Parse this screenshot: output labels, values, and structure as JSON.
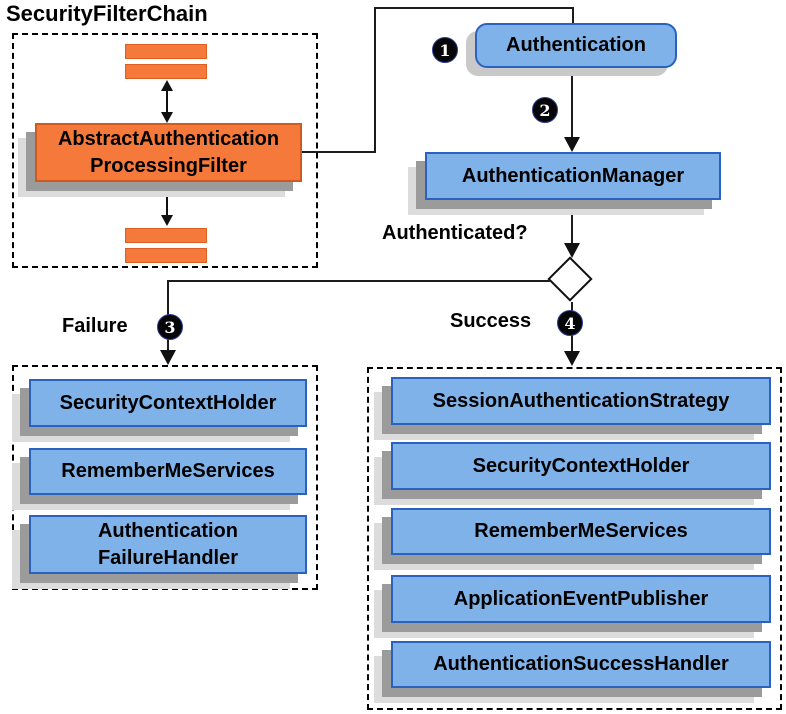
{
  "diagram": {
    "title": "SecurityFilterChain",
    "filter_chain": {
      "filter_label": "AbstractAuthentication\nProcessingFilter"
    },
    "flow": {
      "authentication_label": "Authentication",
      "manager_label": "AuthenticationManager",
      "decision_label": "Authenticated?",
      "failure_label": "Failure",
      "success_label": "Success"
    },
    "steps": {
      "one": "1",
      "two": "2",
      "three": "3",
      "four": "4"
    },
    "failure_items": [
      "SecurityContextHolder",
      "RememberMeServices",
      "Authentication\nFailureHandler"
    ],
    "success_items": [
      "SessionAuthenticationStrategy",
      "SecurityContextHolder",
      "RememberMeServices",
      "ApplicationEventPublisher",
      "AuthenticationSuccessHandler"
    ],
    "colors": {
      "node_fill": "#7fb2e9",
      "node_border": "#2b62bd",
      "filter_fill": "#f5793b",
      "filter_border": "#cf5a1f",
      "shadow_dark": "#9b9b9b",
      "shadow_light": "#dcdcdc",
      "badge_fill": "#060608",
      "badge_text": "#ffffff"
    }
  }
}
